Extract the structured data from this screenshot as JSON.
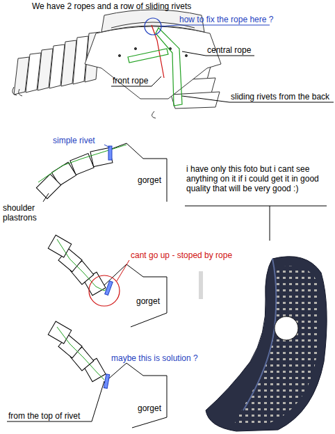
{
  "diagram": {
    "labels": [
      "We have 2 ropes and a row of sliding rivets",
      "how to fix the rope here ?",
      "central rope",
      "front rope",
      "sliding rivets from the back",
      "simple rivet",
      "gorget",
      "shoulder plastrons",
      "cant go up - stoped by rope",
      "gorget",
      "i have only this foto but i cant see anything on it if i could get it in good quality that will be very good :)",
      "maybe this is solution ?",
      "gorget",
      "from the top of rivet"
    ]
  }
}
